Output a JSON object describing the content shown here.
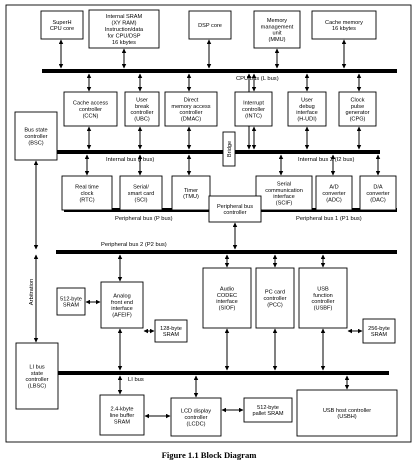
{
  "caption": "Figure 1.1   Block Diagram",
  "buses": {
    "cpu": "CPU bus (L bus)",
    "internal1": "Internal bus (I bus)",
    "internal2": "Internal bus 2 (I2 bus)",
    "peripheral": "Peripheral bus (P bus)",
    "peripheral1": "Peripheral bus 1 (P1 bus)",
    "peripheral2": "Peripheral bus 2 (P2 bus)",
    "li": "LI bus",
    "arbitration": "Arbitration"
  },
  "blocks": {
    "superh_cpu": [
      "SuperH",
      "CPU core"
    ],
    "internal_sram": [
      "Internal SRAM",
      "(XY RAM)",
      "Instruction/data",
      "for CPU/DSP",
      "16 kbytes"
    ],
    "dsp": [
      "DSP core"
    ],
    "mmu": [
      "Memory",
      "management",
      "unit",
      "(MMU)"
    ],
    "cache": [
      "Cache memory",
      "16 kbytes"
    ],
    "ccn": [
      "Cache access",
      "controller",
      "(CCN)"
    ],
    "ubc": [
      "User",
      "break",
      "controller",
      "(UBC)"
    ],
    "dmac": [
      "Direct",
      "memory access",
      "controller",
      "(DMAC)"
    ],
    "intc": [
      "Interrupt",
      "controller",
      "(INTC)"
    ],
    "hudi": [
      "User",
      "debug",
      "interface",
      "(H-UDI)"
    ],
    "cpg": [
      "Clock",
      "pulse",
      "generator",
      "(CPG)"
    ],
    "bsc": [
      "Bus state",
      "controller",
      "(BSC)"
    ],
    "bridge": [
      "Bridge"
    ],
    "rtc": [
      "Real time",
      "clock",
      "(RTC)"
    ],
    "sci": [
      "Serial/",
      "smart card",
      "(SCI)"
    ],
    "tmu": [
      "Timer",
      "(TMU)"
    ],
    "scif": [
      "Serial",
      "communication",
      "interface",
      "(SCIF)"
    ],
    "adc": [
      "A/D",
      "converter",
      "(ADC)"
    ],
    "dac": [
      "D/A",
      "converter",
      "(DAC)"
    ],
    "pbc": [
      "Peripheral bus",
      "controller"
    ],
    "sram512a": [
      "512-byte",
      "SRAM"
    ],
    "afeif": [
      "Analog",
      "front end",
      "interface",
      "(AFEIF)"
    ],
    "sram128": [
      "128-byte",
      "SRAM"
    ],
    "siof": [
      "Audio",
      "CODEC",
      "interface",
      "(SIOF)"
    ],
    "pcc": [
      "PC card",
      "controller",
      "(PCC)"
    ],
    "usbf": [
      "USB",
      "function",
      "controller",
      "(USBF)"
    ],
    "sram256": [
      "256-byte",
      "SRAM"
    ],
    "lbsc": [
      "LI bus",
      "state",
      "controller",
      "(LBSC)"
    ],
    "sram24k": [
      "2.4-kbyte",
      "line buffer",
      "SRAM"
    ],
    "lcdc": [
      "LCD display",
      "controller",
      "(LCDC)"
    ],
    "sram512b": [
      "512-byte",
      "pallet SRAM"
    ],
    "usbh": [
      "USB host controller",
      "(USBH)"
    ]
  }
}
